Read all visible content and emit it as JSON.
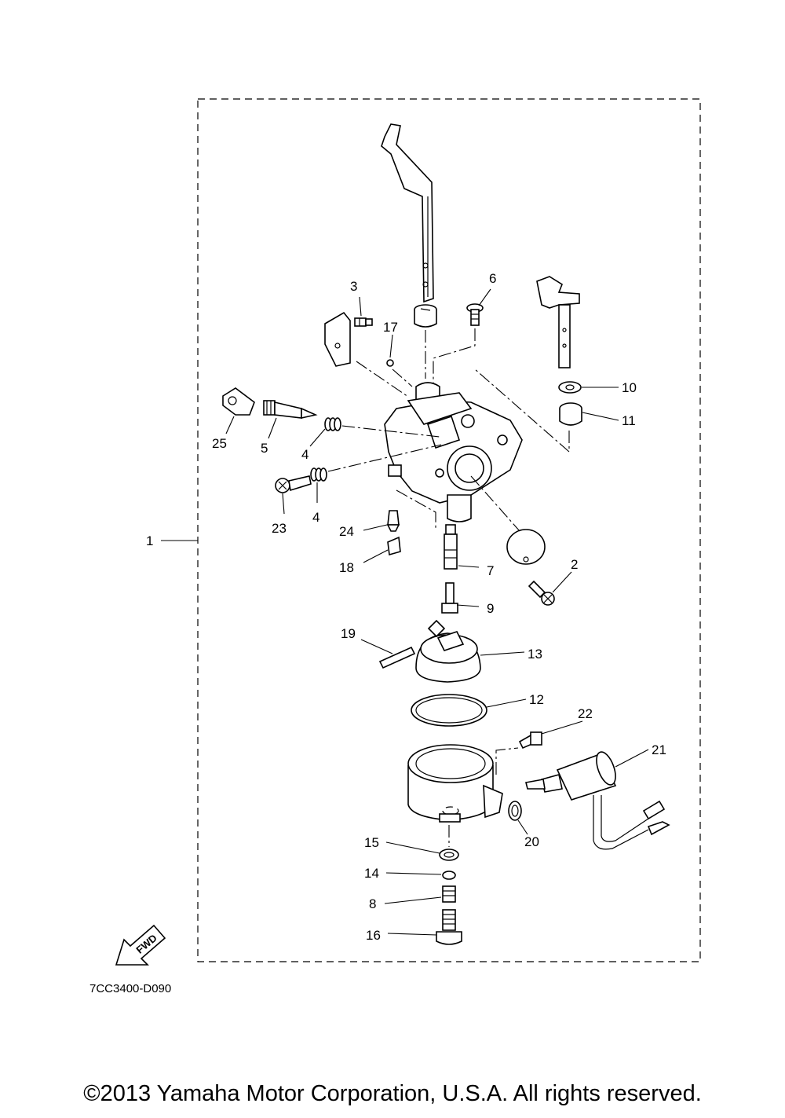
{
  "diagram": {
    "drawing_code": "7CC3400-D090",
    "fwd_label": "FWD",
    "copyright": "©2013 Yamaha Motor Corporation, U.S.A. All rights reserved.",
    "callouts": {
      "c1": "1",
      "c2": "2",
      "c3": "3",
      "c4a": "4",
      "c4b": "4",
      "c5": "5",
      "c6": "6",
      "c7": "7",
      "c8": "8",
      "c9": "9",
      "c10": "10",
      "c11": "11",
      "c12": "12",
      "c13": "13",
      "c14": "14",
      "c15": "15",
      "c16": "16",
      "c17": "17",
      "c18": "18",
      "c19": "19",
      "c20": "20",
      "c21": "21",
      "c22": "22",
      "c23": "23",
      "c24": "24",
      "c25": "25"
    }
  }
}
